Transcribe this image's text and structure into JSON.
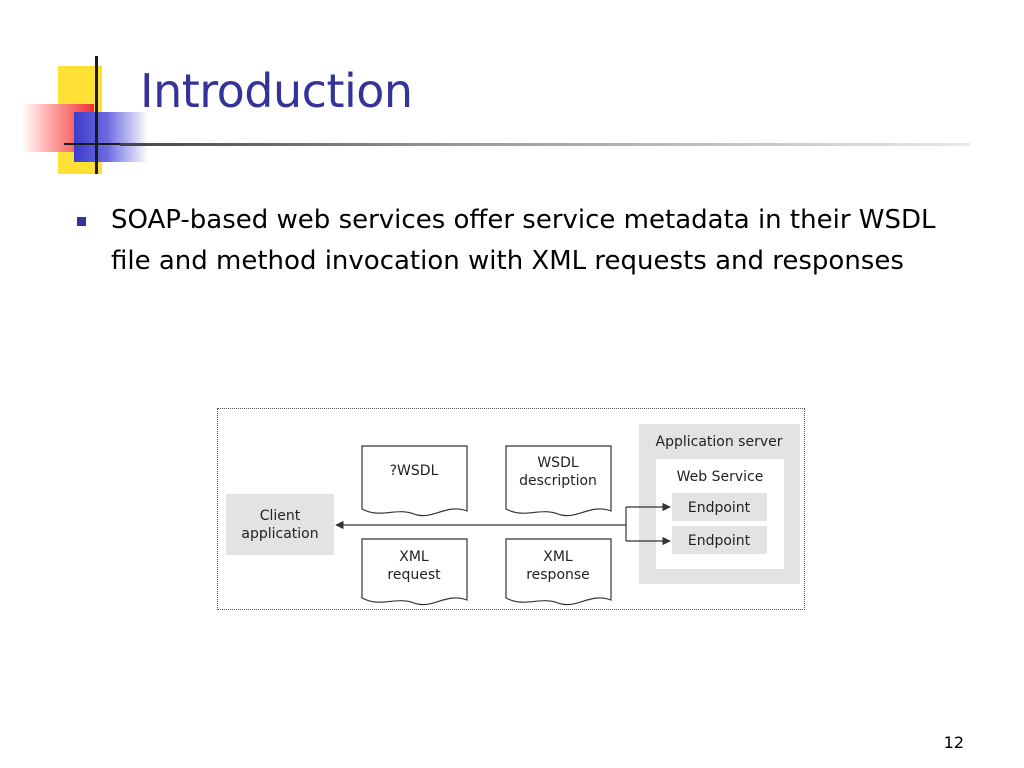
{
  "slide": {
    "title": "Introduction",
    "bullets": [
      "SOAP-based web services offer service metadata in their WSDL file and method invocation with XML requests and responses"
    ],
    "page_number": "12"
  },
  "diagram": {
    "client": [
      "Client",
      "application"
    ],
    "docs": {
      "wsdl_query": [
        "?WSDL"
      ],
      "wsdl_description": [
        "WSDL",
        "description"
      ],
      "xml_request": [
        "XML",
        "request"
      ],
      "xml_response": [
        "XML",
        "response"
      ]
    },
    "app_server_label": "Application server",
    "web_service_label": "Web Service",
    "endpoint_1": "Endpoint",
    "endpoint_2": "Endpoint"
  },
  "colors": {
    "title": "#333399",
    "bullet": "#333399",
    "box_fill": "#e3e3e3"
  }
}
